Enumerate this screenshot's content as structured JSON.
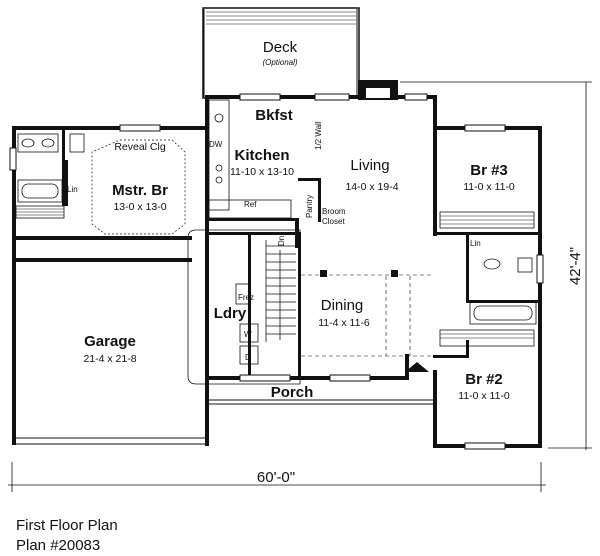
{
  "plan": {
    "caption_line1": "First Floor Plan",
    "caption_line2": "Plan #20083",
    "overall_width": "60'-0\"",
    "overall_depth": "42'-4\""
  },
  "rooms": {
    "deck": {
      "name": "Deck",
      "note": "(Optional)"
    },
    "bkfst": {
      "name": "Bkfst"
    },
    "kitchen": {
      "name": "Kitchen",
      "size": "11-10 x 13-10"
    },
    "living": {
      "name": "Living",
      "size": "14-0 x 19-4"
    },
    "master": {
      "name": "Mstr. Br",
      "size": "13-0 x 13-0",
      "ceiling": "Reveal Clg"
    },
    "br3": {
      "name": "Br #3",
      "size": "11-0 x 11-0"
    },
    "br2": {
      "name": "Br #2",
      "size": "11-0 x 11-0"
    },
    "dining": {
      "name": "Dining",
      "size": "11-4 x 11-6"
    },
    "laundry": {
      "name": "Ldry"
    },
    "garage": {
      "name": "Garage",
      "size": "21-4 x 21-8"
    },
    "porch": {
      "name": "Porch"
    }
  },
  "fixtures": {
    "dw": "DW",
    "ref": "Ref",
    "pantry": "Pantry",
    "broom": "Broom",
    "closet": "Closet",
    "half_wall": "1/2 Wall",
    "lin_master": "Lin",
    "lin_br3": "Lin",
    "frez": "Frez",
    "washer": "W",
    "dryer": "D",
    "up": "Dn"
  }
}
